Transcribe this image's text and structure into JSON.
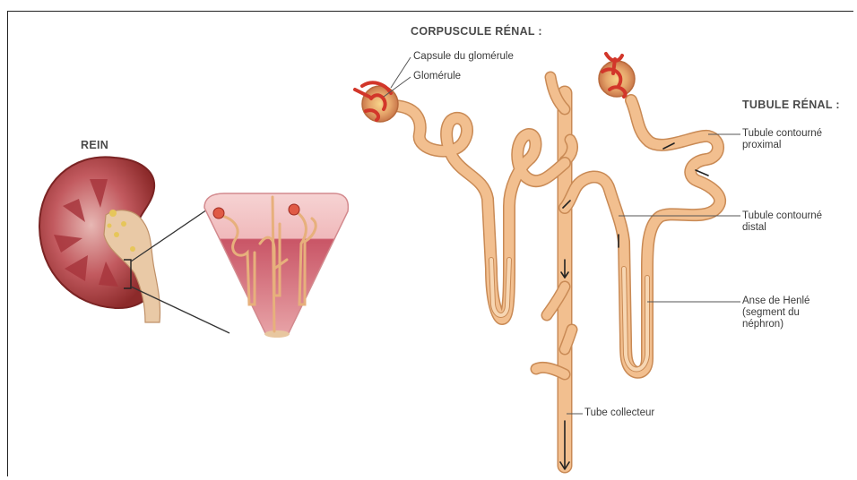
{
  "headings": {
    "rein": "REIN",
    "corpuscule": "CORPUSCULE RÉNAL :",
    "tubule": "TUBULE RÉNAL :"
  },
  "labels": {
    "capsule": "Capsule du glomérule",
    "glomerule": "Glomérule",
    "tcp_line1": "Tubule contourné",
    "tcp_line2": "proximal",
    "tcd_line1": "Tubule contourné",
    "tcd_line2": "distal",
    "henle_line1": "Anse de Henlé",
    "henle_line2": "(segment du",
    "henle_line3": "néphron)",
    "collecteur": "Tube collecteur"
  },
  "colors": {
    "tube_fill": "#f2bf8f",
    "tube_edge": "#c98a55",
    "kidney_dark": "#8c2a2a",
    "kidney_cortex": "#b5474d",
    "pyramid_top": "#f3c7c8",
    "pyramid_base": "#c84a5c",
    "glomerulus": "#d9412e",
    "leader_line": "#555555"
  }
}
